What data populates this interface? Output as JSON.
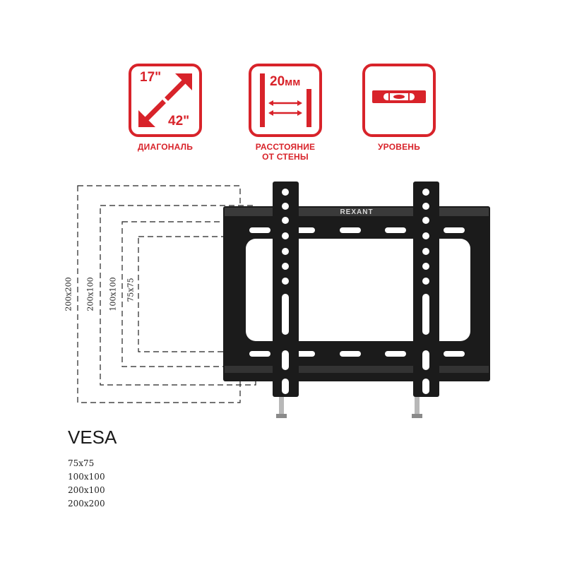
{
  "features": [
    {
      "caption": "ДИАГОНАЛЬ",
      "icon": "diagonal-arrows-icon",
      "min_size": "17\"",
      "max_size": "42\""
    },
    {
      "caption_line1": "РАССТОЯНИЕ",
      "caption_line2": "ОТ СТЕНЫ",
      "icon": "wall-distance-icon",
      "distance_value": "20",
      "distance_unit": "мм"
    },
    {
      "caption": "УРОВЕНЬ",
      "icon": "bubble-level-icon"
    }
  ],
  "bracket": {
    "brand": "REXANT"
  },
  "vesa_outline_labels": [
    "200x200",
    "200x100",
    "100x100",
    "75x75"
  ],
  "vesa": {
    "title": "VESA",
    "sizes": [
      "75x75",
      "100x100",
      "200x100",
      "200x200"
    ]
  },
  "colors": {
    "accent": "#d8232a",
    "bracket": "#1b1b1b",
    "text": "#1a1a1a"
  }
}
